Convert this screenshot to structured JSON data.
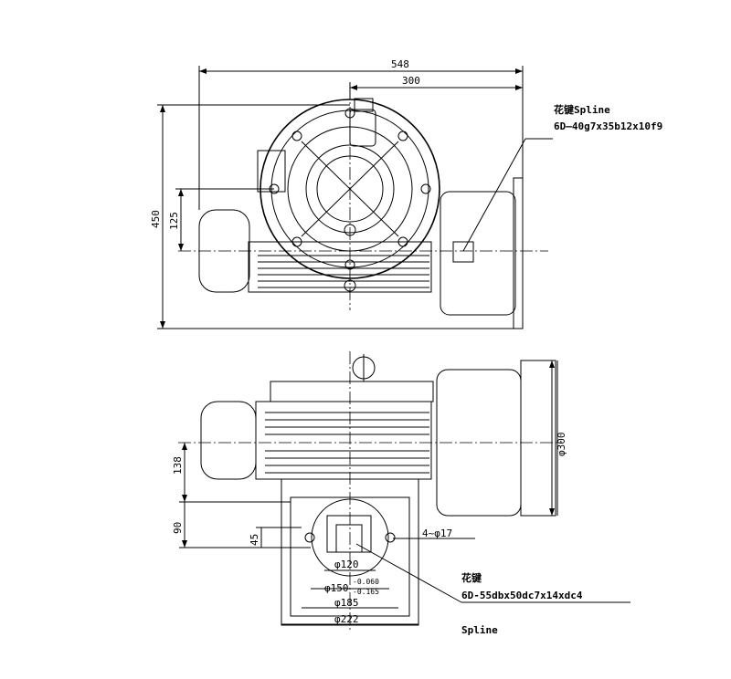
{
  "top_view": {
    "dim_overall_width": "548",
    "dim_center_offset": "300",
    "dim_overall_height": "450",
    "dim_shaft_height": "125",
    "spline_note_line1": "花键Spline",
    "spline_note_line2": "6D—40g7x35b12x10f9"
  },
  "side_view": {
    "dim_flange_dia": "φ300",
    "dim_height_138": "138",
    "dim_height_90": "90",
    "dim_height_45": "45",
    "dim_bolt_holes": "4~φ17",
    "dim_dia_120": "φ120",
    "dim_dia_150": "φ150",
    "dim_tol_upper": "-0.060",
    "dim_tol_lower": "-0.165",
    "dim_dia_185": "φ185",
    "dim_dia_222": "φ222",
    "spline_note_line1": "花键",
    "spline_note_line2": "6D-55dbx50dc7x14xdc4",
    "spline_note_line3": "Spline"
  }
}
